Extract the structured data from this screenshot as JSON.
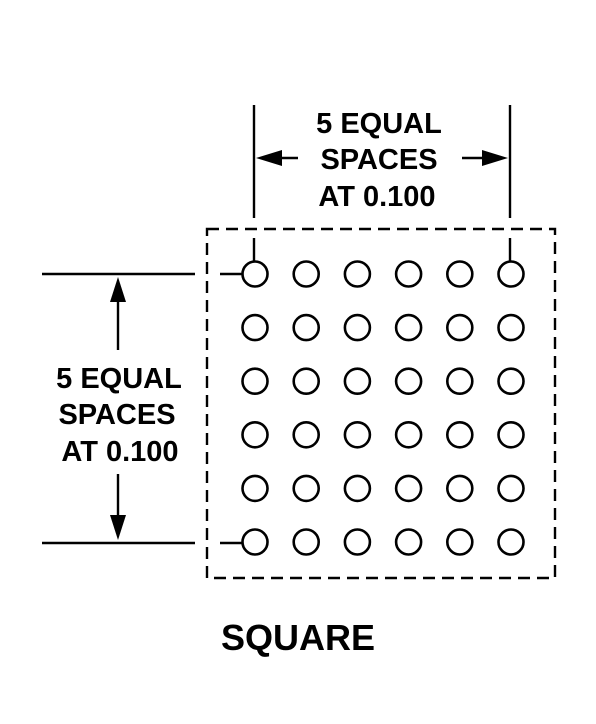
{
  "top_dimension": {
    "line1": "5 EQUAL",
    "line2": "SPACES",
    "line3": "AT 0.100"
  },
  "side_dimension": {
    "line1": "5 EQUAL",
    "line2": "SPACES",
    "line3": "AT 0.100"
  },
  "caption": "SQUARE",
  "grid": {
    "rows": 6,
    "columns": 6
  }
}
